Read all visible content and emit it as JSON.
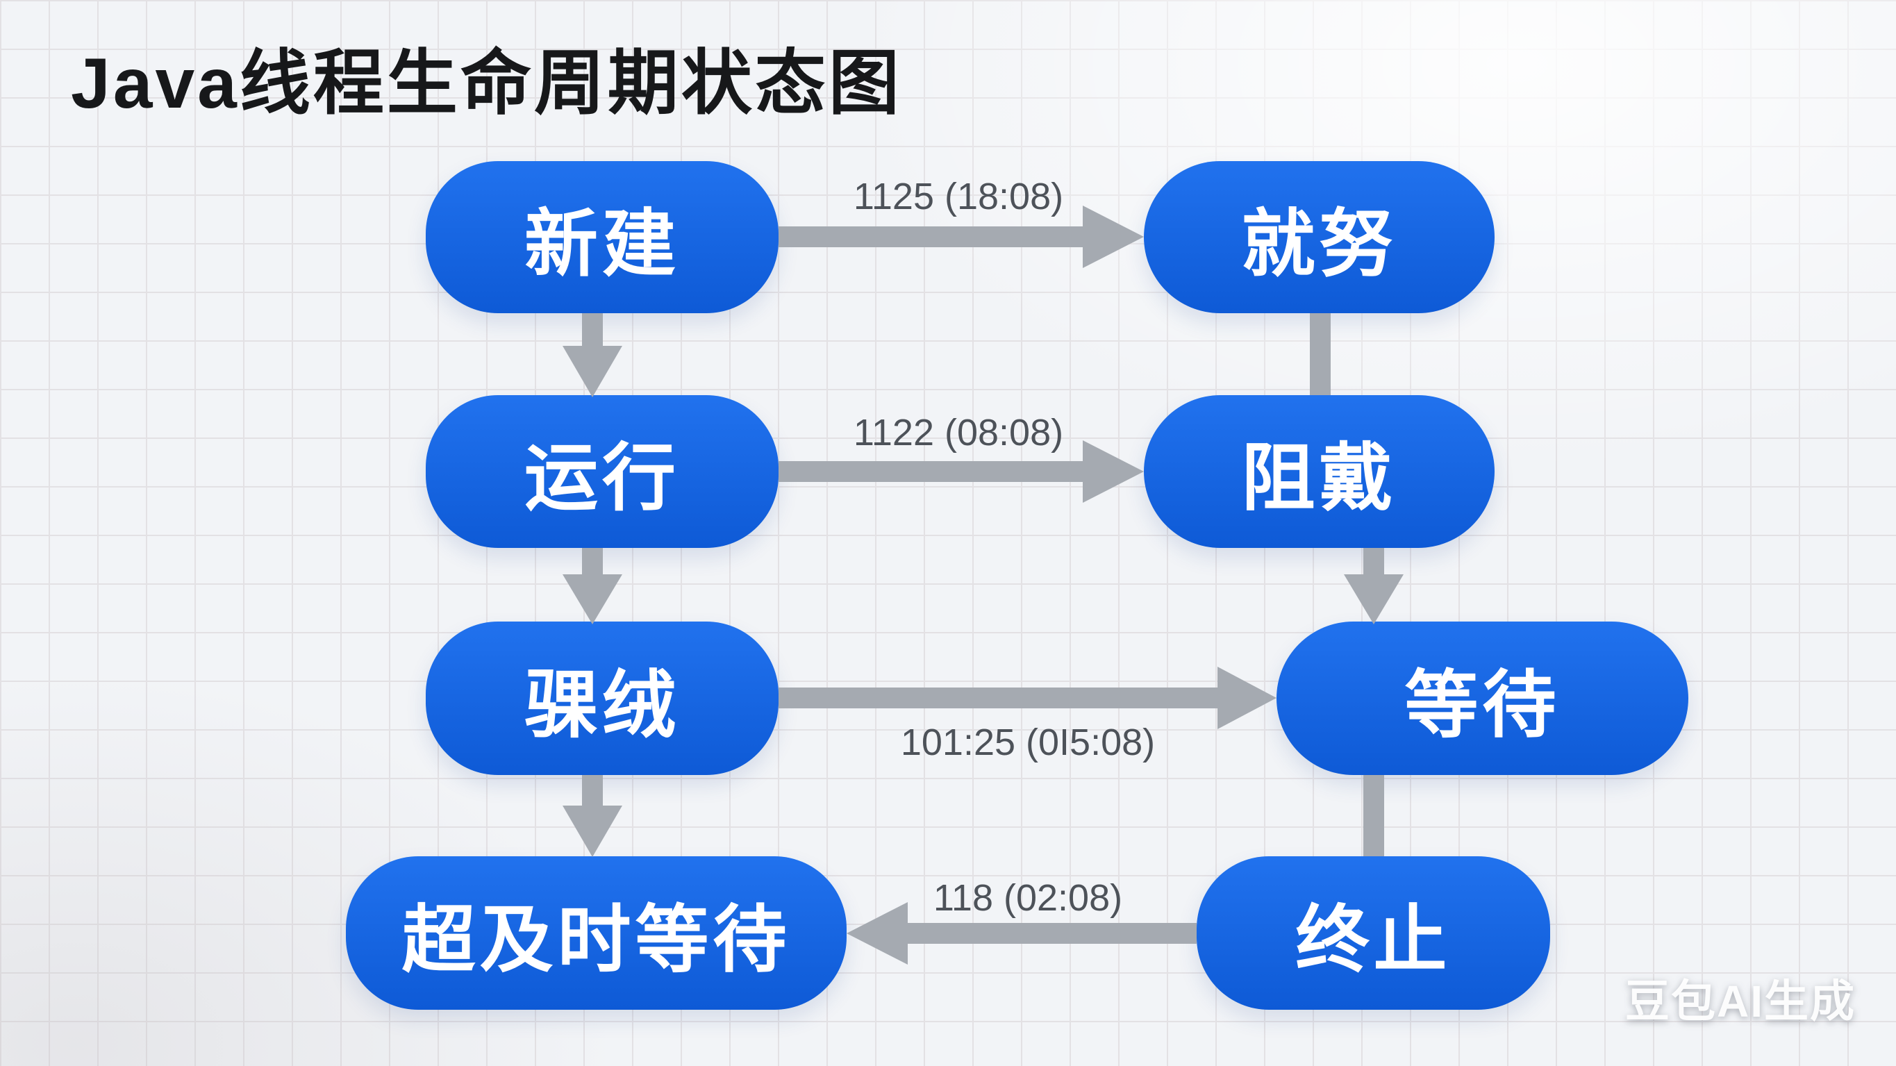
{
  "title": "Java线程生命周期状态图",
  "watermark": "豆包AI生成",
  "colors": {
    "node_top": "#2172ee",
    "node_bottom": "#0e5ad6",
    "arrow": "#a5aab1",
    "edge_label": "#4d5259",
    "title": "#17181a",
    "background": "#f2f4f7",
    "grid_line": "#e3e1e4"
  },
  "nodes": [
    {
      "id": "new",
      "label": "新建"
    },
    {
      "id": "ready",
      "label": "就努"
    },
    {
      "id": "running",
      "label": "运行"
    },
    {
      "id": "blocked",
      "label": "阻戴"
    },
    {
      "id": "sleeping",
      "label": "骒绒"
    },
    {
      "id": "waiting",
      "label": "等待"
    },
    {
      "id": "timed_waiting",
      "label": "超及时等待"
    },
    {
      "id": "terminated",
      "label": "终止"
    }
  ],
  "edges": [
    {
      "from": "new",
      "to": "ready",
      "label": "1125 (18:08)"
    },
    {
      "from": "running",
      "to": "blocked",
      "label": "1122 (08:08)"
    },
    {
      "from": "sleeping",
      "to": "waiting",
      "label": "101:25 (0I5:08)"
    },
    {
      "from": "terminated",
      "to": "timed_waiting",
      "label": "118 (02:08)"
    },
    {
      "from": "new",
      "to": "running"
    },
    {
      "from": "ready",
      "to": "blocked"
    },
    {
      "from": "running",
      "to": "sleeping"
    },
    {
      "from": "blocked",
      "to": "waiting"
    },
    {
      "from": "sleeping",
      "to": "timed_waiting"
    },
    {
      "from": "waiting",
      "to": "terminated"
    }
  ]
}
